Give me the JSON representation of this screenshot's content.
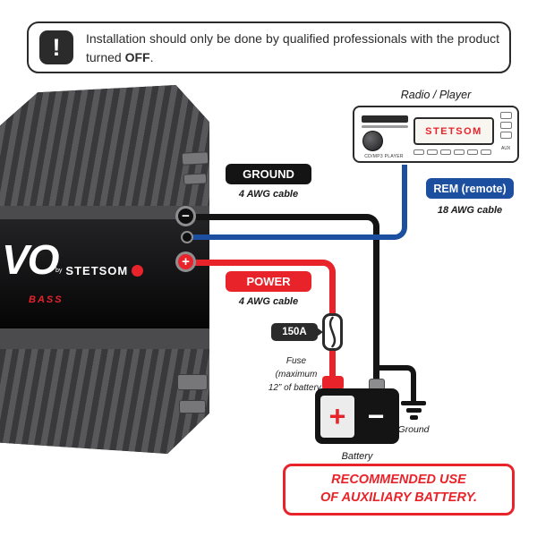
{
  "colors": {
    "accent_red": "#e8232a",
    "rem_blue": "#1d4fa0",
    "dark": "#2b2b2b"
  },
  "warning": {
    "icon_glyph": "!",
    "text": "Installation should only be done by qualified professionals with the product turned ",
    "bold": "OFF",
    "suffix": "."
  },
  "amplifier": {
    "model": "VO",
    "brand_prefix": "by",
    "brand": "STETSOM",
    "sub_label": "BASS",
    "terminal_minus": "−",
    "terminal_plus": "+"
  },
  "radio": {
    "title": "Radio / Player",
    "display_text": "STETSOM",
    "drive_label": "CD/MP3 PLAYER",
    "aux_label": "AUX"
  },
  "wiring": {
    "ground": {
      "badge": "GROUND",
      "cable": "4 AWG cable"
    },
    "rem": {
      "badge": "REM (remote)",
      "cable": "18 AWG cable"
    },
    "power": {
      "badge": "POWER",
      "cable": "4 AWG cable"
    },
    "fuse": {
      "badge": "150A",
      "note_line1": "Fuse",
      "note_line2": "(maximum",
      "note_line3": "12” of battery)"
    }
  },
  "battery": {
    "label": "Battery",
    "plus": "+",
    "minus": "−"
  },
  "ground_symbol": {
    "label": "Ground"
  },
  "recommendation": {
    "line1": "RECOMMENDED USE",
    "line2": "OF AUXILIARY BATTERY."
  }
}
